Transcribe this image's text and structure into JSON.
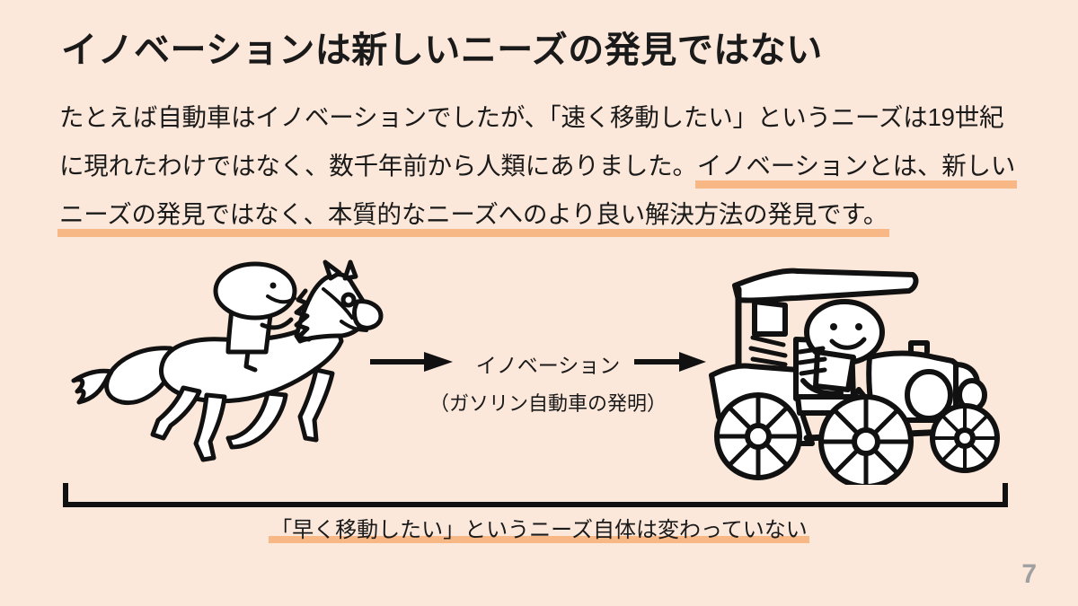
{
  "slide": {
    "background_color": "#fce8da",
    "highlight_color": "#f8b886",
    "ink_color": "#1a1a1a",
    "page_number": "7"
  },
  "title": "イノベーションは新しいニーズの発見ではない",
  "body": {
    "line1_plain": "たとえば自動車はイノベーションでしたが、「速く移動したい」というニーズは19世紀",
    "line2_plain": "に現れたわけではなく、数千年前から人類にありました。",
    "line2_highlight": "イノベーションとは、新しい",
    "line3_highlight": "ニーズの発見ではなく、本質的なニーズへのより良い解決方法の発見です。"
  },
  "diagram": {
    "left_figure": "horse-and-rider-illustration",
    "right_figure": "vintage-automobile-illustration",
    "arrow_left_icon": "right-arrow-icon",
    "arrow_right_icon": "right-arrow-icon",
    "innovation_label": "イノベーション",
    "innovation_sublabel": "（ガソリン自動車の発明）",
    "bracket_icon": "bottom-bracket-icon",
    "caption_highlight": "「早く移動したい」というニーズ自体は変わっていない"
  }
}
